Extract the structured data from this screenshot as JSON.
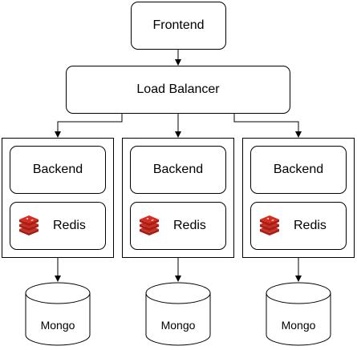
{
  "frontend": {
    "label": "Frontend"
  },
  "load_balancer": {
    "label": "Load Balancer"
  },
  "services": [
    {
      "backend_label": "Backend",
      "cache_label": "Redis",
      "cache_icon": "redis-icon",
      "database_label": "Mongo"
    },
    {
      "backend_label": "Backend",
      "cache_label": "Redis",
      "cache_icon": "redis-icon",
      "database_label": "Mongo"
    },
    {
      "backend_label": "Backend",
      "cache_label": "Redis",
      "cache_icon": "redis-icon",
      "database_label": "Mongo"
    }
  ],
  "colors": {
    "line": "#000000",
    "redis_red": "#c6302b",
    "redis_dark": "#a41e11"
  }
}
